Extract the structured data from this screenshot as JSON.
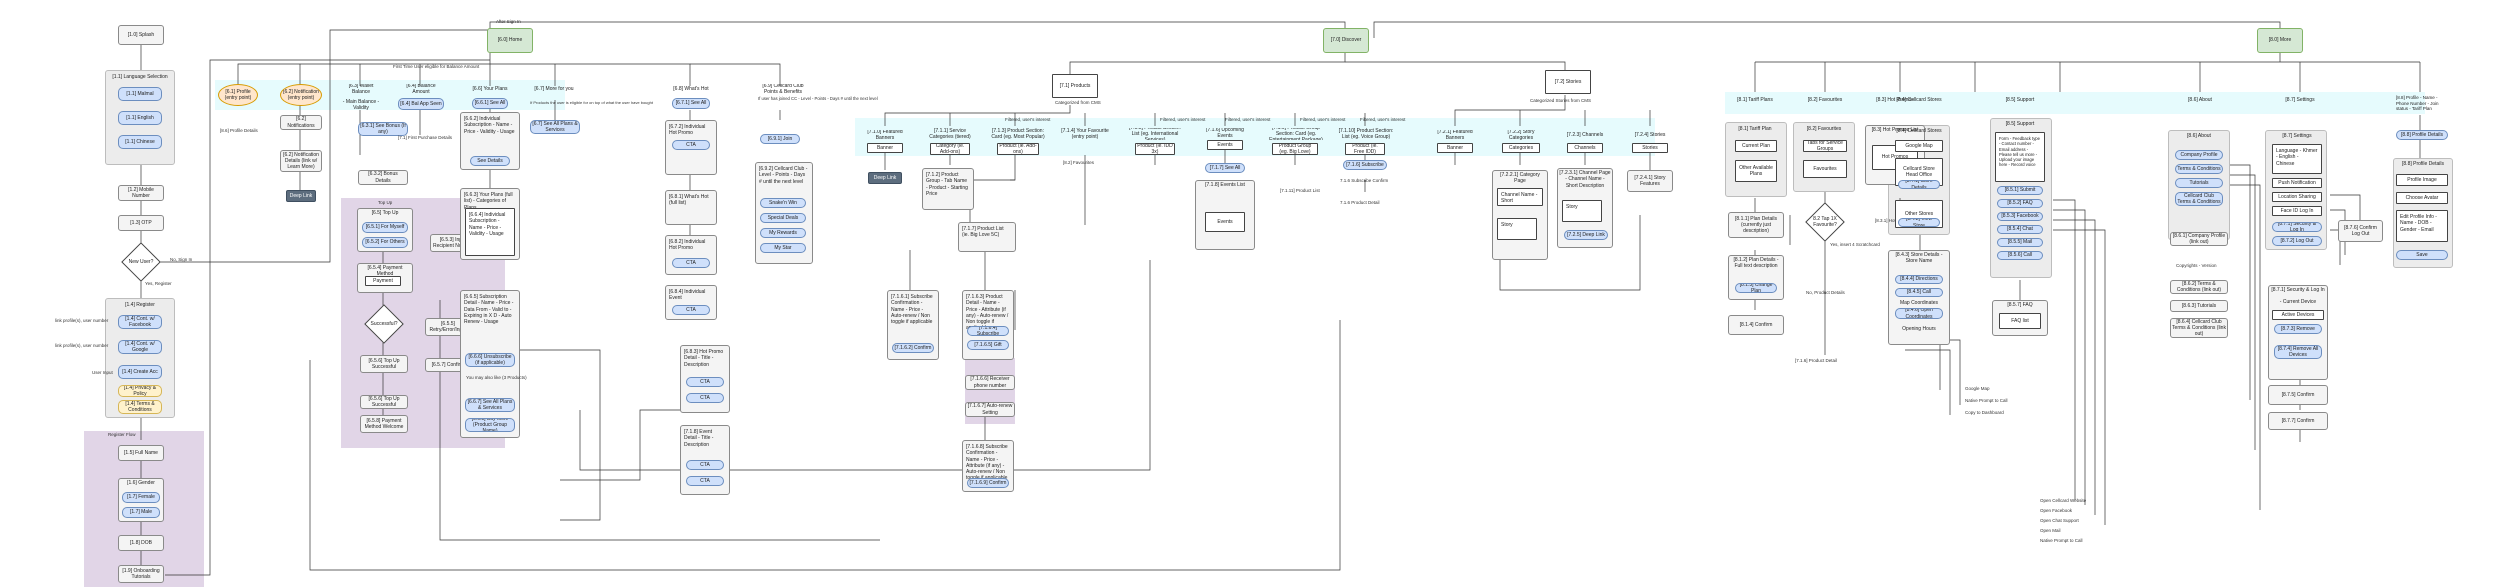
{
  "colors": {
    "screen_node": "#f4f4f4",
    "component_node": "#cfe0fb",
    "tab_root": "#d5e8d4",
    "popup_node": "#ffe6cc",
    "region_purple": "#e1d5e7",
    "region_cyan": "#e6fbfd",
    "dark_button": "#5d6d7e"
  },
  "top": {
    "after_sign_in": "After Sign In"
  },
  "roots": {
    "home": "[6.0] Home",
    "discover": "[7.0] Discover",
    "more": "[8.0] More"
  },
  "onboarding": {
    "splash": "[1.0] Splash",
    "language_selection": "[1.1] Language Selection",
    "malmal": "[1.1] Malmal",
    "english": "[1.1] English",
    "chinese": "[1.1] Chinese",
    "mobile_number": "[1.2] Mobile Number",
    "otp": "[1.3] OTP",
    "new_user": "New User?",
    "no_sign_in": "No, Sign In",
    "yes_register": "Yes, Register",
    "register": "[1.4] Register",
    "cont_facebook": "[1.4] Cont. w/ Facebook",
    "cont_google": "[1.4] Cont. w/ Google",
    "create_acc": "[1.4] Create Acc",
    "privacy_policy": "[1.4] Privacy & Policy",
    "terms": "[1.4] Terms & Conditions",
    "link_fb": "link profile(s), user number",
    "link_google": "link profile(s), user number",
    "user_input": "User Input",
    "register_flow": "Register Flow",
    "full_name": "[1.5] Full Name",
    "gender": "[1.6] Gender",
    "female": "[1.7] Female",
    "male": "[1.7] Male",
    "dob": "[1.8] DOB",
    "onboarding_tutorials": "[1.9] Onboarding Tutorials"
  },
  "home": {
    "profile": "[6.1] Profile (entry point)",
    "profile_details": "[8.6] Profile Details",
    "notification": "[6.2] Notification (entry point)",
    "notifications": "[6.2] Notifications",
    "notification_details": "[6.2] Notification Details (link w/ Learn More)",
    "deep_link": "Deep Link",
    "wallet_balance": "[6.3] Wallet Balance",
    "wallet_info": "- Main Balance - Validity",
    "see_bonus": "[6.3.1] See Bonus (If any)",
    "bonus_details": "[6.3.2] Bonus Details",
    "balance_amount": "[6.4] Balance Amount",
    "first_time_note": "First Time User eligible for Balance Amount",
    "balance_app_seen": "[6.4] Bal App Seen",
    "first_purchase": "[7.1] First Purchase Details",
    "top_up": "[6.5] Top Up",
    "top_up_region": "Top Up",
    "top_up_screen": "[6.5] Top Up",
    "for_myself": "[6.5.1] For Myself",
    "for_others": "[6.5.2] For Others",
    "input_recipient": "[6.5.3] Input Recipient Number",
    "payment_method": "[6.5.4] Payment Method",
    "payment": "Payment",
    "successful": "Successful?",
    "retry": "[6.5.5] Retry/Error/Input",
    "top_up_successful": "[6.5.6] Top Up Successful",
    "confirm": "[6.5.7] Confirm",
    "payment_method_welcome": "[6.5.8] Payment Method Welcome",
    "your_plans": "[6.6] Your Plans",
    "see_all": "[6.6.1] See All",
    "individual_sub": "[6.6.2] Individual Subscription - Name - Price - Validity - Usage",
    "see_details": "See Details",
    "your_plans_list": "[6.6.3] Your Plans (full list) - Categories of Plans",
    "individual_sub_2": "[6.6.4] Individual Subscription - Name - Price - Validity - Usage",
    "subscription_detail": "[6.6.5] Subscription Detail - Name - Price - Data From - Valid to - Expiring in X D - Auto Renew - Usage",
    "unsubscribe": "[6.6.6] Unsubscribe (if applicable)",
    "plans_no_plans": "You may also like (3 Products)",
    "see_all_plans": "[6.6.7] See All Plans & Services",
    "buy_more": "[6.6.8] Buy More (Product Group Name)",
    "more_for_you": "[6.7] More for you",
    "more_for_you_note": "If Products the user is eligible for on top of what the user have bought",
    "see_all_services": "[6.7] See All Plans & Services",
    "whats_hot": "[6.8] What's Hot",
    "whats_hot_see_all": "[6.7.1] See All",
    "individual_phone": "[6.7.2] Individual Hot Promo",
    "cta": "CTA",
    "whats_hot_list": "[6.8.1] What's Hot (full list)",
    "individual_hot": "[6.8.2] Individual Hot Promo",
    "hot_detail": "[6.8.3] Hot Promo Detail - Title - Description",
    "individual_event": "[6.8.4] Individual Event",
    "cellcard_club": "[6.9] Cellcard Club Points & Benefits",
    "club_note": "If user has joined CC - Level - Points - Days # until the next level",
    "cc_join": "[6.9.1] Join",
    "cellcard_club_2": "[6.9.2] Cellcard Club - Level - Points - Days # until the next level",
    "snake_win": "Snake'n Win",
    "special_deals": "Special Deals",
    "my_rewards": "My Rewards",
    "my_stars": "My Star",
    "event_detail": "[7.1.8] Event Detail - Title - Description"
  },
  "discover": {
    "products": "[7.1] Products",
    "categorized": "Categorized from CMS",
    "stories": "[7.2] Stories",
    "categorized_stories": "Categorized Stories from CMS",
    "featured_banners": "[7.1.0] Featured Banners",
    "banner": "Banner",
    "deep_link": "Deep Link",
    "service_categories": "[7.1.1] Service Categories (tiered)",
    "category": "Category (ie. Add-ons)",
    "product_group": "[7.1.2] Product Group - Tab Name - Product - Starting Price",
    "product_section_card": "[7.1.3] Product Section: Card (eg. Most Popular)",
    "product_card": "Product (ie. Add-ons)",
    "favourites": "[7.1.4] Your Favourite (entry point)",
    "favourites_full": "[8.2] Favourites",
    "product_list": "[7.1.5] Product Section: List (eg. International Services)",
    "product_list_item": "Product (ie. IDD 3x)",
    "upcoming_events": "[7.1.6] Upcoming Events",
    "events": "Events",
    "see_all": "[7.1.7] See All",
    "events_list": "[7.1.8] Events List",
    "event": "Events",
    "product_group_card": "[7.1.9] Product Group Section: Card (eg. Entertainment Package)",
    "product_group_item": "Product Group (eg. Big Love)",
    "product_group_list": "[7.1.10] Product Section: List (eg. Voice Group)",
    "product_item": "Product (ie. Free IDD)",
    "subscribe": "[7.1.6] Subscribe",
    "product_list_2": "[7.1.11] Product List",
    "subscribe_confirm": "7.1.6 Subscribe Confirm",
    "product_detail": "7.1.6 Product Detail",
    "product_list_detail": "[7.1.7] Product List (ie. Big Love 5C)",
    "subscribe_confirmation": "[7.1.6.1] Subscribe Confirmation - Name - Price - Auto-renew / Non toggle if applicable",
    "confirm": "[7.1.6.2] Confirm",
    "product_detail_2": "[7.1.6.3] Product Detail - Name - Price - Attribute (if any) - Auto-renew / Non toggle if applicable",
    "subscribe_btn": "[7.1.6.4] Subscribe",
    "gift": "[7.1.6.5] Gift",
    "receiver_phone": "[7.1.6.6] Receiver phone number",
    "auto_renew": "[7.1.6.7] Auto-renew Setting",
    "subscribe_confirmation_2": "[7.1.6.8] Subscribe Confirmation - Name - Price - Attribute (if any) - Auto-renew / Non toggle if applicable",
    "confirm_2": "[7.1.6.9] Confirm",
    "filter_1": "Filtered, user's interest",
    "filter_2": "Filtered, user's interest",
    "filter_3": "Filtered, user's interest",
    "filter_4": "Filtered, user's interest",
    "filter_5": "Filtered, user's interest",
    "stories_banners": "[7.2.1] Featured Banners",
    "stories_banner": "Banner",
    "story_categories": "[7.2.2] Story Categories",
    "categories": "Categories",
    "channels": "[7.2.3] Channels",
    "channels_item": "Channels",
    "stories_list": "[7.2.4] Stories",
    "stories_item": "Stories",
    "category_page": "[7.2.2.1] Category Page",
    "channel_name": "Channel Name - Short Description",
    "story": "Story",
    "channel_page": "[7.2.3.1] Channel Page - Channel Name - Short Description",
    "story_2": "Story",
    "deep_link_2": "[7.2.5] Deep Link",
    "story_feature": "[7.2.4.1] Story Features",
    "product_subscribe": "7.1.6 Subscribe Confirm",
    "product_detail_main": "7.1.6 Product Detail"
  },
  "more": {
    "tariff_plans": "[8.1] Tariff Plans",
    "tariff_plan": "[8.1] Tariff Plan",
    "current_plan": "Current Plan",
    "other_plans": "Other Available Plans",
    "plan_details": "[8.1.1] Plan Details (currently just description)",
    "plan_details_2": "[8.1.2] Plan Details - Full text description",
    "change_plan": "[8.1.3] Change Plan",
    "confirm": "[8.1.4] Confirm",
    "favourites": "[8.2] Favourites",
    "favourites_screen": "[8.2] Favourites",
    "tabs": "Tabs for Service Groups",
    "favourites_list": "Favourites",
    "tap_favourite": "8.2 Tap 1X Favourite?",
    "yes_insert": "Yes, insert 4 Scratchcard",
    "no_product": "No, Product Details",
    "product_details": "[7.1.6] Product Detail",
    "hot_promos": "[8.3] Hot Promos",
    "hot_promos_list": "[8.3] Hot Promos List",
    "hot_promos_item": "Hot Promos",
    "hot_promos_details": "[8.3.1] Hot Promo Details",
    "cellcard_stores": "[8.4] Cellcard Stores",
    "cellcard_stores_2": "[8.4] Cellcard Stores",
    "google_map": "Google Map",
    "store_head_office": "Cellcard Store Head Office",
    "store_details": "[8.4.1] Store Details",
    "other_stores": "Other Stores",
    "view_store": "[8.4.2] View Store",
    "store_details_2": "[8.4.3] Store Details - Store Name",
    "directions": "[8.4.4] Directions",
    "call": "[8.4.5] Call",
    "map_coordinates": "Map Coordinates",
    "open_coordinates": "[8.4.6] Open Coordinates",
    "opening_hours": "Opening Hours",
    "google_map_2": "Google Map",
    "native_prompt": "Native Prompt to Call",
    "copy_dashboard": "Copy to Dashboard",
    "support": "[8.5] Support",
    "support_screen": "[8.5] Support",
    "form": "Form - Feedback type - Contact number - Email address - Please tell us more - Upload your image here - Record voice",
    "submit": "[8.5.1] Submit",
    "faq": "[8.5.2] FAQ",
    "facebook": "[8.5.3] Facebook",
    "chat": "[8.5.4] Chat",
    "mail": "[8.5.5] Mail",
    "call_support": "[8.5.6] Call",
    "faq_screen": "[8.5.7] FAQ",
    "faq_list": "FAQ list",
    "open_website": "Open Cellcard Website",
    "open_facebook": "Open Facebook",
    "open_chat": "Open Chat Support",
    "open_mail": "Open Mail",
    "native_prompt_2": "Native Prompt to Call",
    "about": "[8.6] About",
    "about_screen": "[8.6] About",
    "company_profile": "Company Profile",
    "terms": "Terms & Conditions",
    "tutorials": "Tutorials",
    "cellcard_terms": "Cellcard Club Terms & Conditions",
    "company_profile_link": "[8.6.1] Company Profile (link out)",
    "terms_link": "[8.6.2] Terms & Conditions (link out)",
    "tutorials_link": "[8.6.3] Tutorials",
    "cc_terms_link": "[8.6.4] Cellcard Club Terms & Conditions (link out)",
    "copyrights": "Copyrights - Version",
    "settings": "[8.7] Settings",
    "settings_screen": "[8.7] Settings",
    "language": "Language - Khmer - English - Chinese",
    "push_notification": "Push Notification",
    "location_sharing": "Location Sharing",
    "face_id": "Face ID Log In",
    "security_login": "[8.7.1] Security & Log In",
    "log_out": "[8.7.2] Log Out",
    "security_login_2": "[8.7.1] Security & Log In",
    "current_device": "- Current Device",
    "active_devices": "Active Devices",
    "remove": "[8.7.3] Remove",
    "remove_all": "[8.7.4] Remove All Devices",
    "confirm_2": "[8.7.5] Confirm",
    "confirm_log_out": "[8.7.6] Confirm Log Out",
    "confirm_3": "[8.7.7] Confirm",
    "profile": "[8.8] Profile - Name - Phone Number - Join status - Tariff Plan",
    "profile_details": "[8.8] Profile Details",
    "profile_details_screen": "[8.8] Profile Details",
    "profile_image": "Profile Image",
    "choose_avatar": "Choose Avatar",
    "edit_profile": "Edit Profile Info - Name - DOB - Gender - Email",
    "save": "Save"
  }
}
